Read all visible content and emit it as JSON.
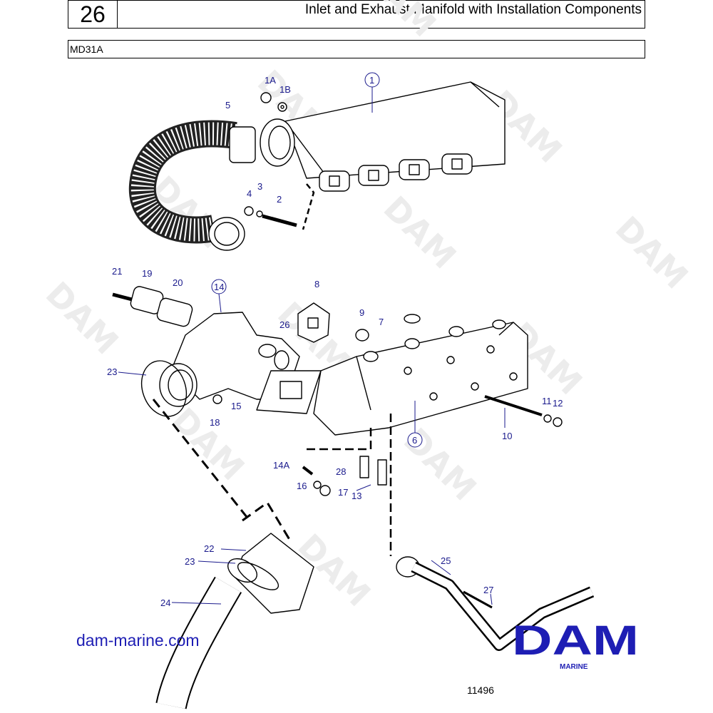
{
  "header": {
    "page_number": "26",
    "title": "Inlet and Exhaust Manifold with Installation Components"
  },
  "model": "MD31A",
  "watermark": "DAM",
  "website": "dam-marine.com",
  "logo": {
    "text": "DAM",
    "subtext": "MARINE",
    "color": "#1e1eb4"
  },
  "drawing_number": "11496",
  "callouts": [
    "1",
    "1A",
    "1B",
    "2",
    "3",
    "4",
    "5",
    "6",
    "7",
    "8",
    "9",
    "10",
    "11",
    "12",
    "13",
    "14",
    "14A",
    "15",
    "16",
    "17",
    "18",
    "19",
    "20",
    "21",
    "22",
    "23",
    "23",
    "24",
    "25",
    "26",
    "27",
    "28"
  ]
}
